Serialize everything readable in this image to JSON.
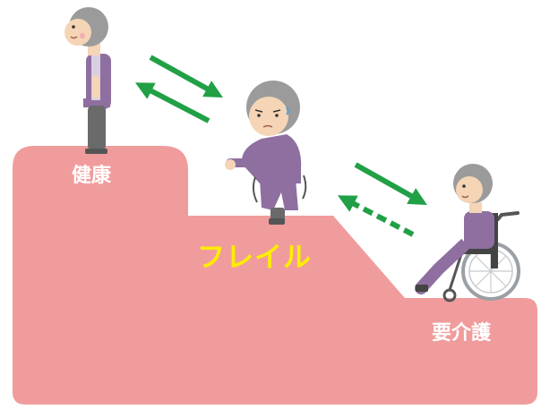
{
  "diagram": {
    "stages": [
      {
        "id": "healthy",
        "label": "健康",
        "label_color": "#ffffff"
      },
      {
        "id": "frailty",
        "label": "フレイル",
        "label_color": "#ffee00"
      },
      {
        "id": "care",
        "label": "要介護",
        "label_color": "#ffffff"
      }
    ],
    "colors": {
      "staircase": "#f19c9c",
      "arrow": "#21a046",
      "clothing": "#8e6fa0",
      "hair": "#9b9b9b",
      "skin": "#f5d5b5",
      "trousers": "#6a6a6a"
    },
    "arrows": [
      {
        "from": "healthy",
        "to": "frailty",
        "style": "solid"
      },
      {
        "from": "frailty",
        "to": "healthy",
        "style": "solid"
      },
      {
        "from": "frailty",
        "to": "care",
        "style": "solid"
      },
      {
        "from": "care",
        "to": "frailty",
        "style": "dashed"
      }
    ],
    "figures": [
      {
        "stage": "healthy",
        "icon": "elderly-woman-standing-icon"
      },
      {
        "stage": "frailty",
        "icon": "elderly-woman-hunched-walking-icon"
      },
      {
        "stage": "care",
        "icon": "elderly-woman-wheelchair-icon"
      }
    ]
  }
}
